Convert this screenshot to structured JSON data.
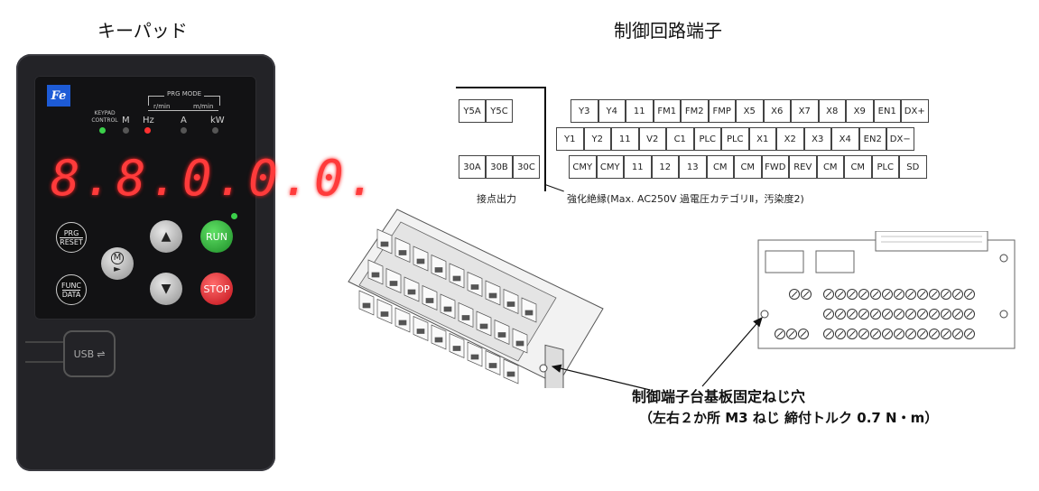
{
  "headings": {
    "keypad": "キーパッド",
    "control_terminals": "制御回路端子"
  },
  "keypad": {
    "logo": "Fe",
    "prg_mode_label": "PRG MODE",
    "unit_labels_top": [
      "r/min",
      "m/min"
    ],
    "keypad_control_label": "KEYPAD CONTROL",
    "indicator_labels": [
      "M",
      "Hz",
      "A",
      "kW"
    ],
    "display_value": "8.8.0.0.0.",
    "buttons": {
      "prg_reset": [
        "PRG",
        "RESET"
      ],
      "func_data": [
        "FUNC",
        "DATA"
      ],
      "m_shift": [
        "M",
        "►"
      ],
      "up": "▲",
      "down": "▼",
      "run": "RUN",
      "stop": "STOP"
    },
    "usb_label": "USB"
  },
  "terminals": {
    "contact_block_row1": [
      "Y5A",
      "Y5C"
    ],
    "contact_block_row3": [
      "30A",
      "30B",
      "30C"
    ],
    "row1": [
      "Y3",
      "Y4",
      "11",
      "FM1",
      "FM2",
      "FMP",
      "X5",
      "X6",
      "X7",
      "X8",
      "X9",
      "EN1",
      "DX+"
    ],
    "row2": [
      "Y1",
      "Y2",
      "11",
      "V2",
      "C1",
      "PLC",
      "PLC",
      "X1",
      "X2",
      "X3",
      "X4",
      "EN2",
      "DX−"
    ],
    "row3": [
      "CMY",
      "CMY",
      "11",
      "12",
      "13",
      "CM",
      "CM",
      "FWD",
      "REV",
      "CM",
      "CM",
      "PLC",
      "SD"
    ],
    "contact_output_label": "接点出力",
    "insulation_note": "強化絶縁(Max. AC250V 過電圧カテゴリⅡ，汚染度2)"
  },
  "callout": {
    "line1": "制御端子台基板固定ねじ穴",
    "line2": "（左右２か所 M3 ねじ 締付トルク 0.7 N・m）"
  }
}
